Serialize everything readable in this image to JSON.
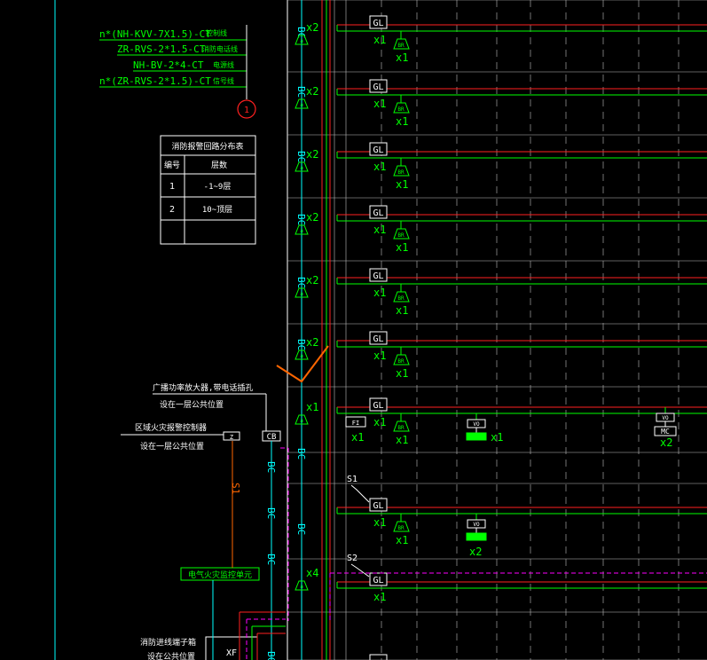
{
  "colors": {
    "bg": "#000000",
    "green": "#00ff00",
    "white": "#ffffff",
    "red": "#ff2020",
    "cyan": "#00ffff",
    "magenta": "#ff00ff",
    "orange": "#ff6600",
    "grid": "#bfbfbf"
  },
  "legend": {
    "cables": [
      "n*(NH-KVV-7X1.5)-CT",
      "ZR-RVS-2*1.5-CT",
      "NH-BV-2*4-CT",
      "n*(ZR-RVS-2*1.5)-CT"
    ],
    "cable_notes": [
      "控制线",
      "消防电话线",
      "电源线",
      "信号线"
    ],
    "circle_no": "1"
  },
  "loop_table": {
    "title": "消防报警回路分布表",
    "headers": [
      "编号",
      "层数"
    ],
    "rows": [
      [
        "1",
        "-1~9层"
      ],
      [
        "2",
        "10~顶层"
      ]
    ]
  },
  "annotations": {
    "broadcast": "广播功率放大器,带电话插孔",
    "broadcast_loc": "设在一层公共位置",
    "panel": "区域火灾报警控制器",
    "panel_loc": "设在一层公共位置",
    "cb": "CB",
    "z": "Z",
    "electrical_unit": "电气火灾监控单元",
    "xf": "XF",
    "terminal": "消防进线端子箱",
    "terminal_loc": "设在公共位置"
  },
  "riser": {
    "cable_tag": "BC",
    "lower_tags": [
      "S1",
      "BC",
      "BC",
      "BC",
      "BC"
    ],
    "floor_counts": [
      "x2",
      "x2",
      "x2",
      "x2",
      "x2",
      "x2",
      "x1",
      "x4"
    ]
  },
  "devices": {
    "gl": "GL",
    "bra": "BR",
    "x1": "x1",
    "x2": "x2",
    "fi": "FI",
    "vo": "VO",
    "mc": "MC",
    "s1": "S1",
    "s2": "S2"
  }
}
